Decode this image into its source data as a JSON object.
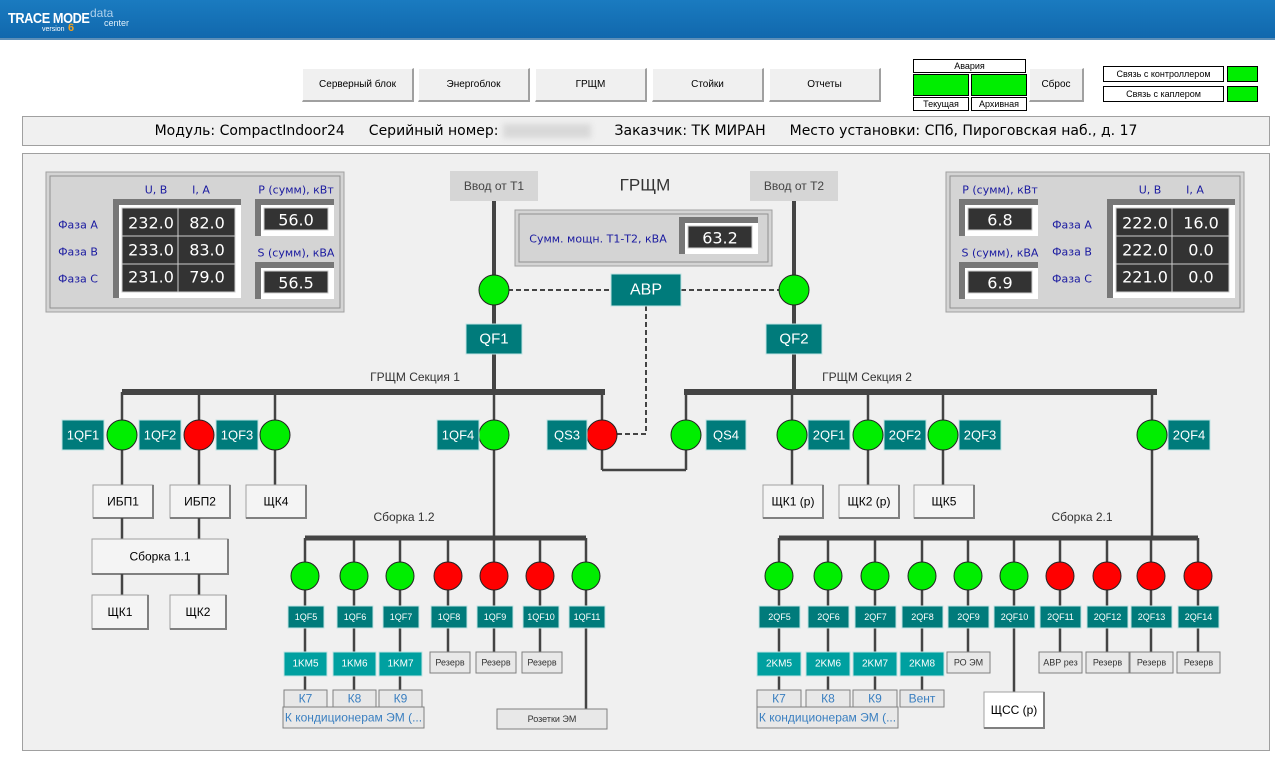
{
  "app": {
    "logo_main": "TRACE MODE",
    "logo_version": "version",
    "logo_version_num": "6",
    "logo_sub1": "data",
    "logo_sub2": "center"
  },
  "nav": {
    "buttons": [
      {
        "label": "Серверный блок"
      },
      {
        "label": "Энергоблок"
      },
      {
        "label": "ГРЩМ"
      },
      {
        "label": "Стойки"
      },
      {
        "label": "Отчеты"
      }
    ]
  },
  "alarm": {
    "title": "Авария",
    "current_label": "Текущая",
    "archive_label": "Архивная",
    "current_color": "#00ee00",
    "archive_color": "#00ee00",
    "reset_label": "Сброс"
  },
  "links": {
    "controller_label": "Связь с контроллером",
    "controller_color": "#00ee00",
    "coupler_label": "Связь с каплером",
    "coupler_color": "#00ee00"
  },
  "info": {
    "module_label": "Модуль: CompactIndoor24",
    "serial_label": "Серийный номер:",
    "customer_label": "Заказчик:  ТК МИРАН",
    "location_label": "Место установки: СПб, Пироговская наб., д. 17"
  },
  "colors": {
    "on": "#00ee00",
    "off": "#ff0000",
    "breaker": "#007b7b",
    "contactor": "#00a0a0",
    "bus": "#444444"
  },
  "meters_left": {
    "u_header": "U, B",
    "i_header": "I, A",
    "p_header": "P (сумм), кВт",
    "s_header": "S (сумм), кВА",
    "phases": [
      {
        "label": "Фаза А",
        "u": "232.0",
        "i": "82.0"
      },
      {
        "label": "Фаза В",
        "u": "233.0",
        "i": "83.0"
      },
      {
        "label": "Фаза С",
        "u": "231.0",
        "i": "79.0"
      }
    ],
    "p": "56.0",
    "s": "56.5"
  },
  "meters_right": {
    "u_header": "U, B",
    "i_header": "I, A",
    "p_header": "P (сумм), кВт",
    "s_header": "S (сумм), кВА",
    "phases": [
      {
        "label": "Фаза А",
        "u": "222.0",
        "i": "16.0"
      },
      {
        "label": "Фаза В",
        "u": "222.0",
        "i": "0.0"
      },
      {
        "label": "Фаза С",
        "u": "221.0",
        "i": "0.0"
      }
    ],
    "p": "6.8",
    "s": "6.9"
  },
  "grshm": {
    "title": "ГРЩМ",
    "input1": "Ввод от Т1",
    "input2": "Ввод от Т2",
    "total_power_label": "Сумм. мощн. Т1-Т2, кВА",
    "total_power": "63.2",
    "avr": "АВР",
    "qf1": {
      "label": "QF1",
      "state": "on"
    },
    "qf2": {
      "label": "QF2",
      "state": "on"
    },
    "section1": "ГРЩМ Секция 1",
    "section2": "ГРЩМ Секция 2",
    "qs3": {
      "label": "QS3",
      "state": "off"
    },
    "qs4": {
      "label": "QS4",
      "state": "on"
    }
  },
  "section1_feeders": [
    {
      "label": "1QF1",
      "state": "on",
      "load": "ИБП1"
    },
    {
      "label": "1QF2",
      "state": "off",
      "load": "ИБП2"
    },
    {
      "label": "1QF3",
      "state": "on",
      "load": "ЩК4"
    },
    {
      "label": "1QF4",
      "state": "on",
      "load": ""
    }
  ],
  "sborka11": {
    "label": "Сборка 1.1",
    "loads": [
      "ЩК1",
      "ЩК2"
    ]
  },
  "section2_feeders": [
    {
      "label": "2QF1",
      "state": "on",
      "load": "ЩК1 (р)"
    },
    {
      "label": "2QF2",
      "state": "on",
      "load": "ЩК2 (р)"
    },
    {
      "label": "2QF3",
      "state": "on",
      "load": "ЩК5"
    },
    {
      "label": "2QF4",
      "state": "on",
      "load": ""
    }
  ],
  "sborka12": {
    "title": "Сборка 1.2",
    "feeders": [
      {
        "label": "1QF5",
        "state": "on",
        "contactor": "1KM5",
        "load": "К7"
      },
      {
        "label": "1QF6",
        "state": "on",
        "contactor": "1KM6",
        "load": "К8"
      },
      {
        "label": "1QF7",
        "state": "on",
        "contactor": "1KM7",
        "load": "К9"
      },
      {
        "label": "1QF8",
        "state": "off",
        "contactor": "",
        "load": "Резерв"
      },
      {
        "label": "1QF9",
        "state": "off",
        "contactor": "",
        "load": "Резерв"
      },
      {
        "label": "1QF10",
        "state": "off",
        "contactor": "",
        "load": "Резерв"
      },
      {
        "label": "1QF11",
        "state": "on",
        "contactor": "",
        "load": "Розетки ЭМ"
      }
    ],
    "group_label": "К кондиционерам ЭМ (..."
  },
  "sborka21": {
    "title": "Сборка 2.1",
    "feeders": [
      {
        "label": "2QF5",
        "state": "on",
        "contactor": "2KM5",
        "load": "К7"
      },
      {
        "label": "2QF6",
        "state": "on",
        "contactor": "2KM6",
        "load": "К8"
      },
      {
        "label": "2QF7",
        "state": "on",
        "contactor": "2KM7",
        "load": "К9"
      },
      {
        "label": "2QF8",
        "state": "on",
        "contactor": "2KM8",
        "load": "Вент"
      },
      {
        "label": "2QF9",
        "state": "on",
        "contactor": "",
        "load": "РО ЭМ"
      },
      {
        "label": "2QF10",
        "state": "on",
        "contactor": "",
        "load": "ЩСС (р)"
      },
      {
        "label": "2QF11",
        "state": "off",
        "contactor": "",
        "load": "АВР рез"
      },
      {
        "label": "2QF12",
        "state": "off",
        "contactor": "",
        "load": "Резерв"
      },
      {
        "label": "2QF13",
        "state": "off",
        "contactor": "",
        "load": "Резерв"
      },
      {
        "label": "2QF14",
        "state": "off",
        "contactor": "",
        "load": "Резерв"
      }
    ],
    "group_label": "К кондиционерам ЭМ (..."
  }
}
